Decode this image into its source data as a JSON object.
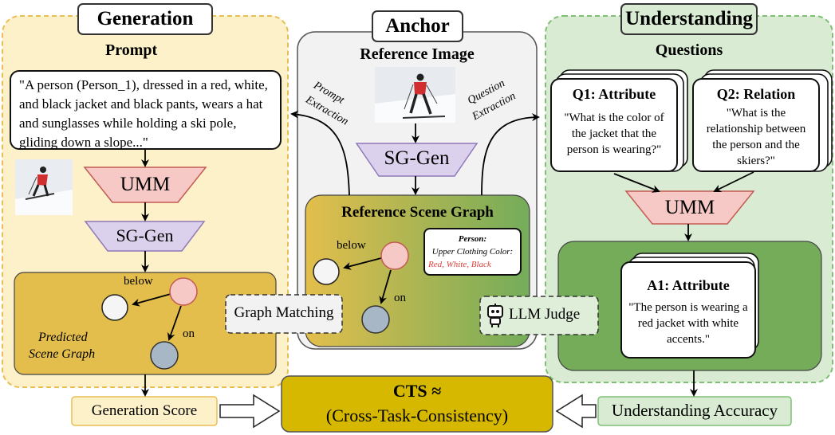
{
  "panels": {
    "generation": {
      "title": "Generation",
      "subtitle": "Prompt",
      "prompt_text": "\"A person (Person_1), dressed in a red, white, and black jacket and black pants, wears a hat and sunglasses while holding a ski pole, gliding down a slope...\"",
      "umm_label": "UMM",
      "sggen_label": "SG-Gen",
      "predicted_graph": {
        "label_line1": "Predicted",
        "label_line2": "Scene Graph",
        "edge_below": "below",
        "edge_on": "on"
      }
    },
    "anchor": {
      "title": "Anchor",
      "subtitle": "Reference Image",
      "sggen_label": "SG-Gen",
      "prompt_extraction_line1": "Prompt",
      "prompt_extraction_line2": "Extraction",
      "question_extraction_line1": "Question",
      "question_extraction_line2": "Extraction",
      "reference_graph": {
        "title": "Reference Scene Graph",
        "edge_below": "below",
        "edge_on": "on",
        "attr_title": "Person:",
        "attr_line": "Upper Clothing Color:",
        "attr_value": "Red, White, Black"
      }
    },
    "understanding": {
      "title": "Understanding",
      "subtitle": "Questions",
      "q1_title": "Q1: Attribute",
      "q1_text": "\"What is the color of the jacket that the person is wearing?\"",
      "q2_title": "Q2: Relation",
      "q2_text": "\"What is the relationship between the person and the skiers?\"",
      "umm_label": "UMM",
      "a1_title": "A1: Attribute",
      "a1_text": "\"The person is wearing a red jacket with white accents.\""
    }
  },
  "middle": {
    "graph_matching": "Graph Matching",
    "llm_judge": "LLM Judge",
    "robot_icon": "robot-icon"
  },
  "bottom": {
    "generation_score": "Generation Score",
    "cts_line1": "CTS ≈",
    "cts_line2": "(Cross-Task-Consistency)",
    "understanding_accuracy": "Understanding Accuracy"
  },
  "colors": {
    "generation_bg": "#fdf1c9",
    "generation_border": "#e9bf55",
    "anchor_bg": "#f2f2f2",
    "understanding_bg": "#d9ecd3",
    "understanding_border": "#7fbf74",
    "umm_fill": "#f6c9c6",
    "umm_stroke": "#c35a52",
    "sggen_fill": "#dcd1ec",
    "sggen_stroke": "#8f79b8",
    "pred_graph_bg": "#e3be4c",
    "answer_bg": "#74ac5a",
    "cts_bg": "#d6b800",
    "gen_score_bg": "#fdf1c9",
    "und_acc_bg": "#d9ecd3"
  }
}
